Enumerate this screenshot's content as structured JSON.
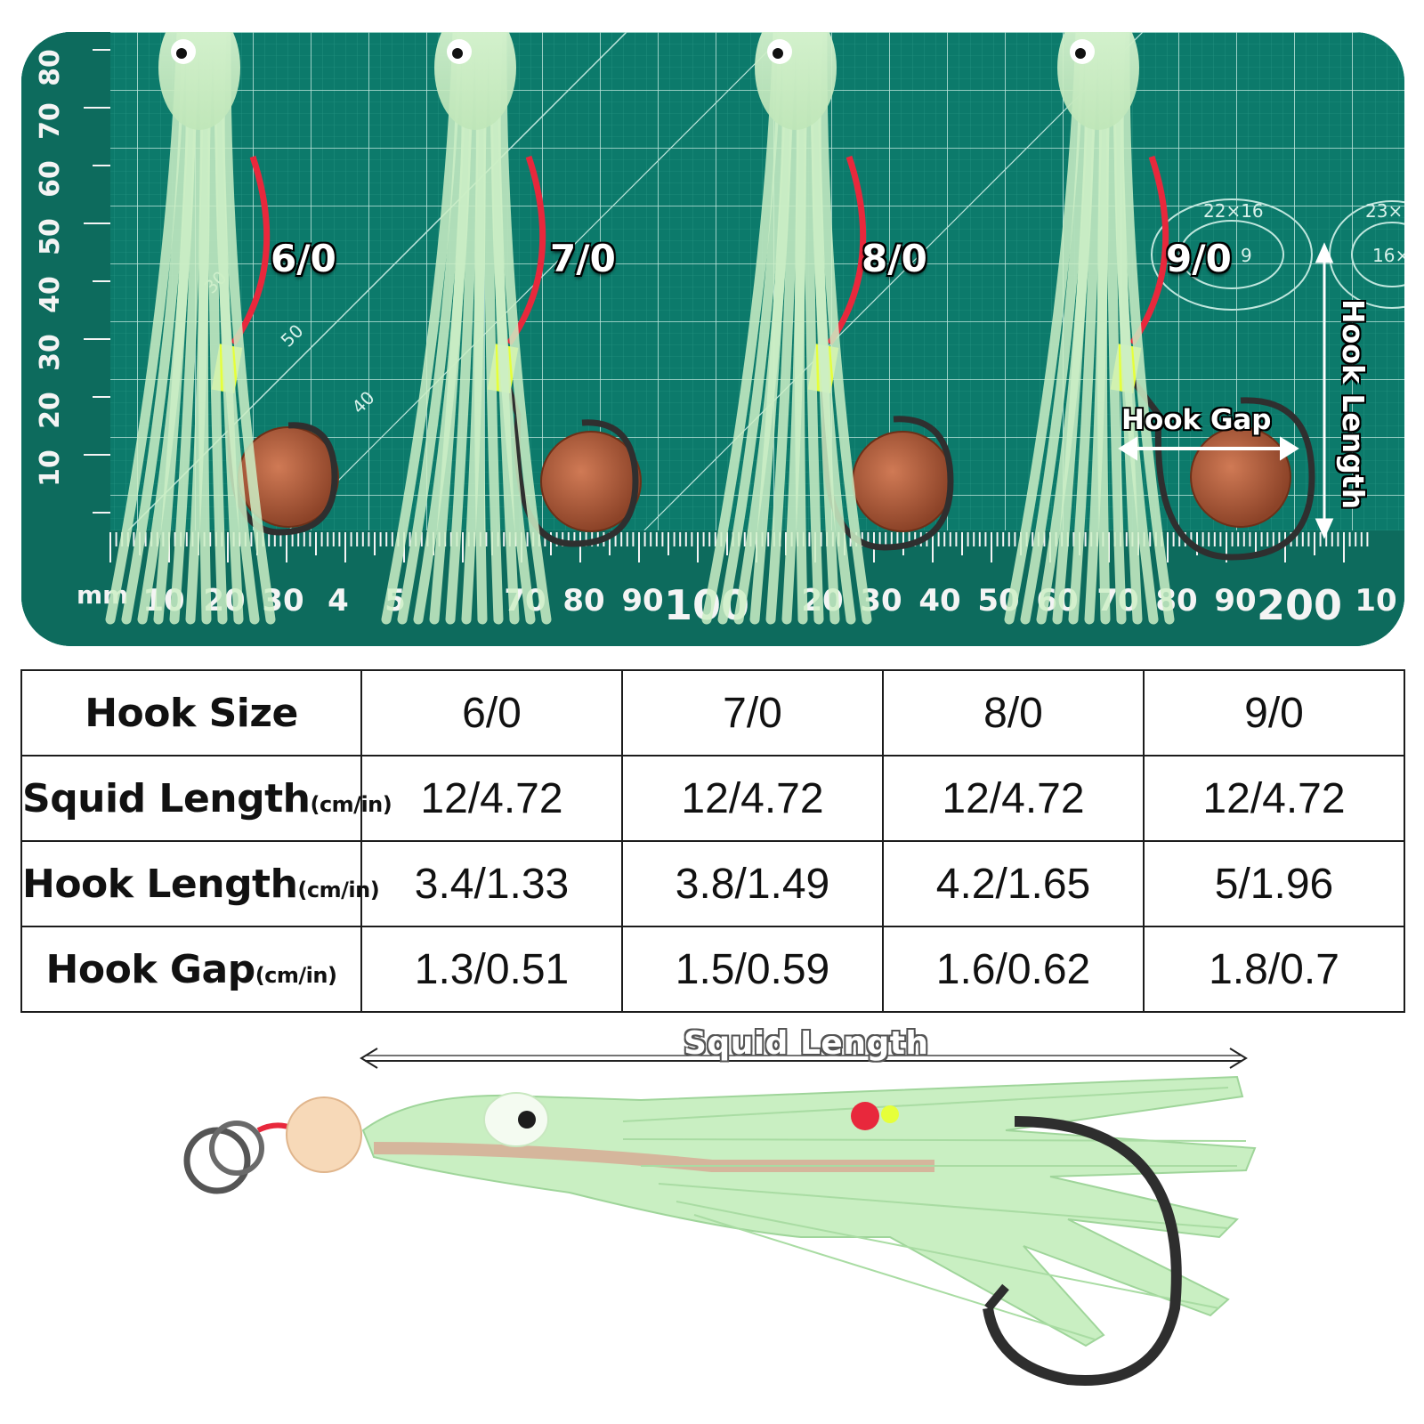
{
  "photo": {
    "hook_labels": [
      "6/0",
      "7/0",
      "8/0",
      "9/0"
    ],
    "hook_gap_label": "Hook Gap",
    "hook_length_label": "Hook Length",
    "ruler": {
      "unit": "mm",
      "bottom_ticks": [
        "10",
        "20",
        "30",
        "4",
        "5",
        "70",
        "80",
        "90",
        "100",
        "20",
        "30",
        "40",
        "50",
        "60",
        "70",
        "80",
        "90",
        "200",
        "10"
      ],
      "left_ticks": [
        "80",
        "70",
        "60",
        "50",
        "40",
        "30",
        "20",
        "10",
        "0"
      ]
    },
    "mat_marks": [
      "22×16",
      "23×",
      "16×",
      "50",
      "40",
      "30",
      "9"
    ]
  },
  "table": {
    "header": {
      "label": "Hook Size",
      "values": [
        "6/0",
        "7/0",
        "8/0",
        "9/0"
      ]
    },
    "rows": [
      {
        "label": "Squid Length",
        "unit": "(cm/in)",
        "values": [
          "12/4.72",
          "12/4.72",
          "12/4.72",
          "12/4.72"
        ]
      },
      {
        "label": "Hook Length",
        "unit": "(cm/in)",
        "values": [
          "3.4/1.33",
          "3.8/1.49",
          "4.2/1.65",
          "5/1.96"
        ]
      },
      {
        "label": "Hook Gap",
        "unit": "(cm/in)",
        "values": [
          "1.3/0.51",
          "1.5/0.59",
          "1.6/0.62",
          "1.8/0.7"
        ]
      }
    ]
  },
  "product": {
    "squid_length_label": "Squid Length"
  },
  "colors": {
    "mat": "#0c7a6b",
    "squid": "#c8ecc0",
    "line": "#e8283c",
    "tube": "#e6ff3a",
    "penny": "#b0603e",
    "hook": "#3a3a3a"
  }
}
